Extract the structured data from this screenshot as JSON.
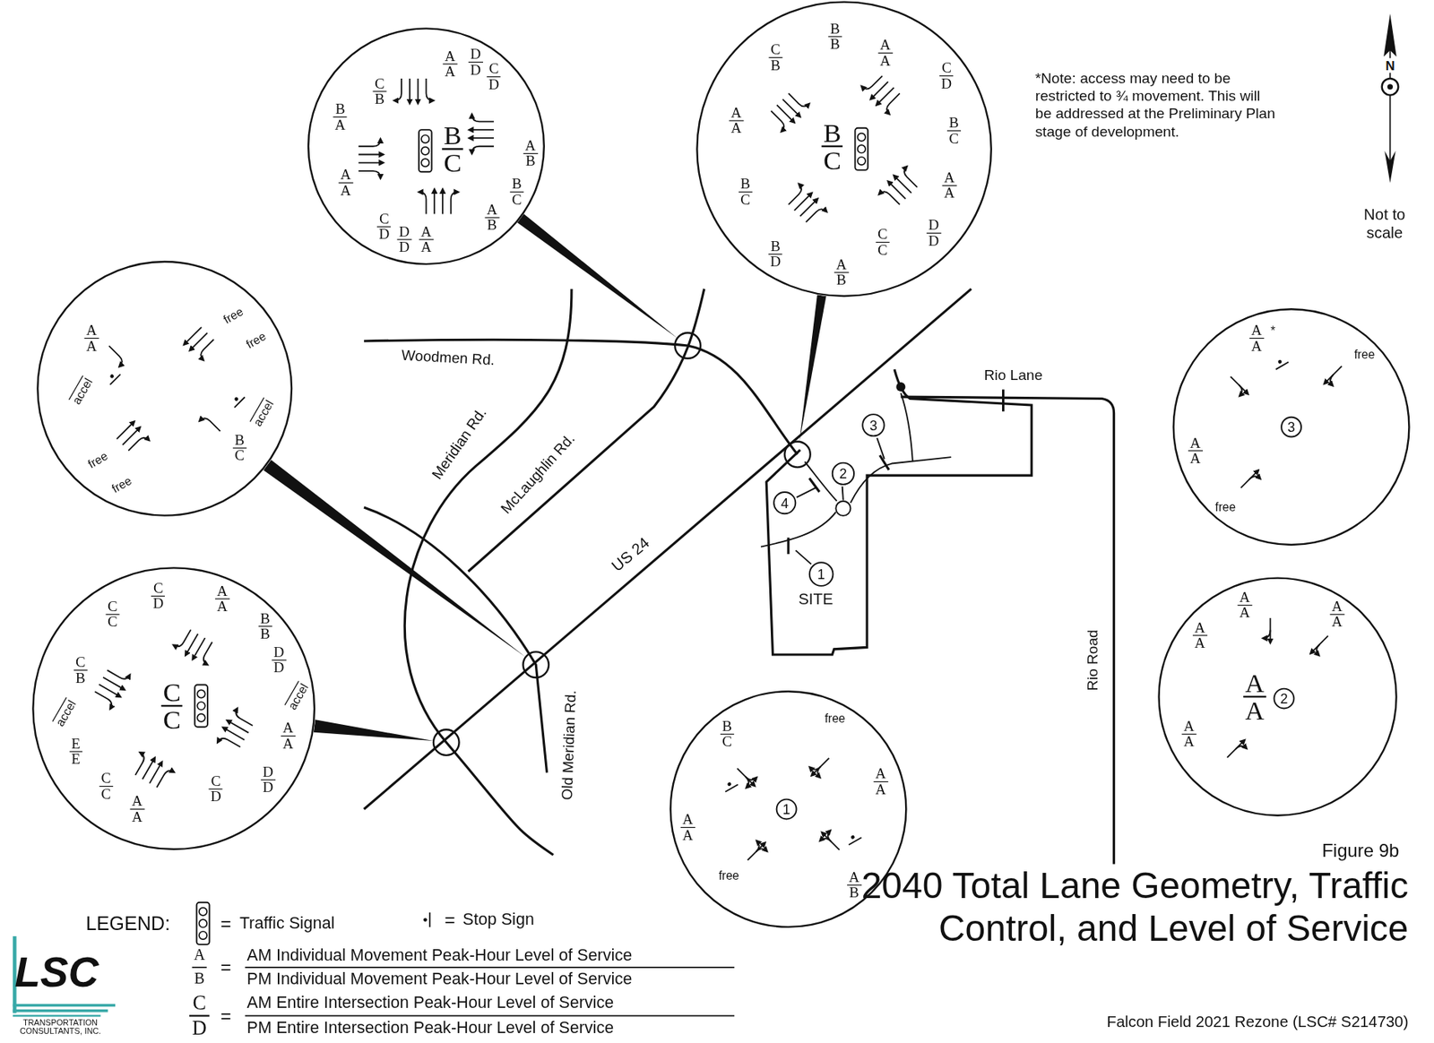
{
  "diagram": {
    "title": "2040 Total Lane Geometry, Traffic Control, and Level of Service",
    "nodes": [
      {
        "text": [
          "A",
          "A",
          "D",
          "D",
          "C",
          "D",
          "C",
          "B",
          "B",
          "A",
          "B",
          "C",
          "A",
          "B",
          "A",
          "A",
          "B",
          "C",
          "A",
          "B",
          "C",
          "D",
          "D",
          "D",
          "A",
          "A"
        ]
      },
      {
        "text": [
          "B",
          "B",
          "C",
          "B",
          "A",
          "A",
          "C",
          "D",
          "A",
          "A",
          "B",
          "C",
          "B",
          "C",
          "B",
          "C",
          "A",
          "A",
          "D",
          "D",
          "C",
          "C",
          "B",
          "D",
          "A",
          "B"
        ]
      },
      {
        "text": [
          "A",
          "A",
          "*",
          "free",
          "A",
          "A",
          "free"
        ]
      },
      {
        "text": [
          "3"
        ],
        "in": 2
      },
      {
        "text": [
          "free",
          "free",
          "A",
          "A",
          "accel",
          "accel",
          "B",
          "C",
          "free",
          "free"
        ]
      },
      {
        "text": [
          "3"
        ]
      },
      {
        "text": [
          "2"
        ]
      },
      {
        "text": [
          "4"
        ]
      },
      {
        "text": [
          "1"
        ]
      },
      {
        "text": [
          "A",
          "A",
          "A",
          "A",
          "A",
          "A",
          "A",
          "A",
          "A",
          "A"
        ]
      },
      {
        "text": [
          "2"
        ],
        "in": 9
      },
      {
        "text": [
          "C",
          "D",
          "A",
          "A",
          "C",
          "C",
          "B",
          "B",
          "C",
          "B",
          "D",
          "D",
          "C",
          "C",
          "accel",
          "accel",
          "A",
          "A",
          "E",
          "E",
          "D",
          "D",
          "C",
          "C",
          "C",
          "D",
          "A",
          "A"
        ]
      },
      {
        "text": [
          "free",
          "B",
          "C",
          "A",
          "A",
          "A",
          "A",
          "free",
          "A",
          "B"
        ]
      },
      {
        "text": [
          "1"
        ],
        "in": 12
      }
    ],
    "labels": [
      "Woodmen Rd.",
      "Meridian Rd.",
      "McLaughlin Rd.",
      "US 24",
      "Old Meridian Rd.",
      "Rio Lane",
      "Rio Road",
      "SITE",
      "*Note: access may need to be restricted to ¾ movement. This will be addressed at the Preliminary Plan stage of development.",
      "N",
      "Not to scale",
      "Figure 9b",
      "Falcon Field 2021 Rezone (LSC# S214730)",
      "LEGEND:",
      "=",
      "=",
      "A",
      "B",
      "=",
      "C",
      "D",
      "=",
      "LSC",
      "TRANSPORTATION CONSULTANTS, INC."
    ],
    "legend": [
      {
        "text": "Traffic Signal"
      },
      {
        "text": "Stop Sign"
      },
      {
        "text": "AM Individual Movement Peak-Hour Level of Service"
      },
      {
        "text": "PM Individual Movement Peak-Hour Level of Service"
      },
      {
        "text": "AM Entire Intersection Peak-Hour Level of Service"
      },
      {
        "text": "PM Entire Intersection Peak-Hour Level of Service"
      }
    ]
  }
}
